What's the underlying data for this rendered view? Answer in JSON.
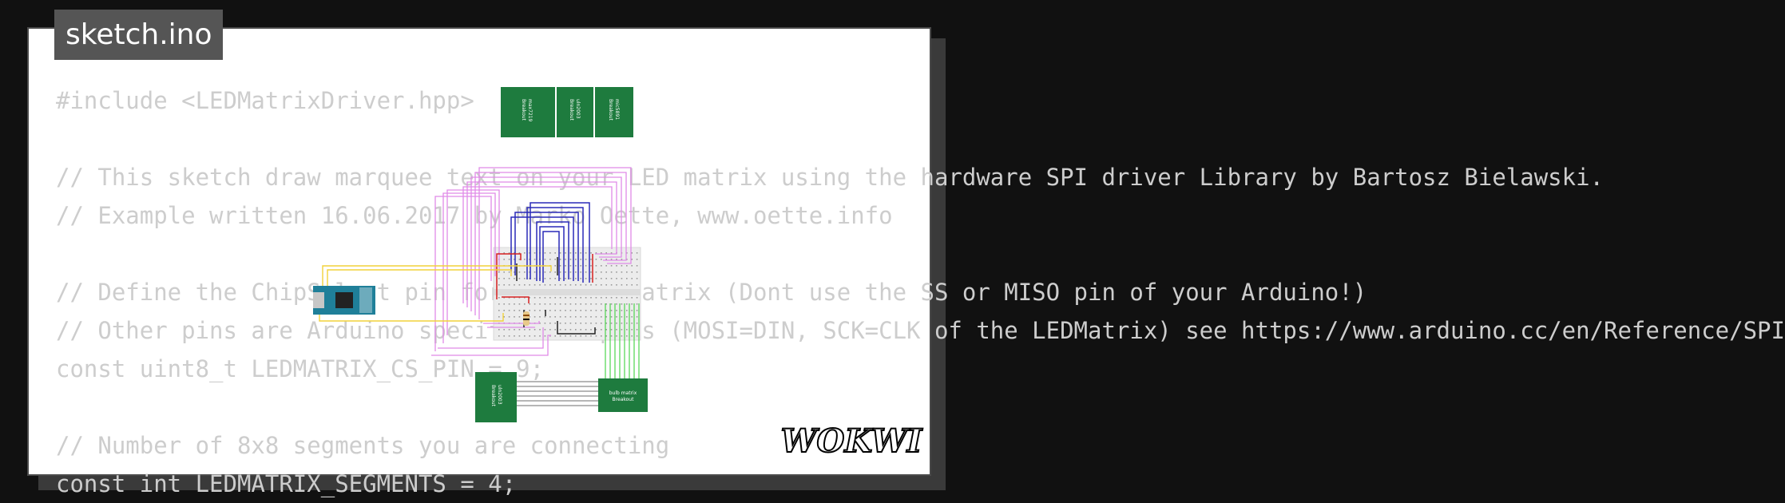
{
  "file_tab": {
    "filename": "sketch.ino"
  },
  "code": {
    "lines": [
      "#include <LEDMatrixDriver.hpp>",
      "",
      "// This sketch draw marquee text on your LED matrix using the hardware SPI driver Library by Bartosz Bielawski.",
      "// Example written 16.06.2017 by Marko Oette, www.oette.info",
      "",
      "// Define the ChipSelect pin for the led matrix (Dont use the SS or MISO pin of your Arduino!)",
      "// Other pins are Arduino specific SPI pins (MOSI=DIN, SCK=CLK of the LEDMatrix) see https://www.arduino.cc/en/Reference/SPI",
      "const uint8_t LEDMATRIX_CS_PIN = 9;",
      "",
      "// Number of 8x8 segments you are connecting",
      "const int LEDMATRIX_SEGMENTS = 4;"
    ]
  },
  "diagram": {
    "modules": {
      "max7219": {
        "line1": "max7219",
        "line2": "Breakout"
      },
      "uln2003_top": {
        "line1": "uln2003",
        "line2": "Breakout"
      },
      "mic5891": {
        "line1": "mic5891",
        "line2": "Breakout"
      },
      "uln2003_bottom": {
        "line1": "uln2003",
        "line2": "Breakout"
      },
      "bulb_matrix": {
        "line1": "bulb matrix",
        "line2": "Breakout"
      }
    },
    "colors": {
      "board_green": "#1e7b3e",
      "wire_magenta": "#e08ae8",
      "wire_blue": "#2a2ab8",
      "wire_yellow": "#f2d23a",
      "wire_red": "#d62020",
      "wire_green": "#4cd44c",
      "wire_gray": "#8a8a8a",
      "arduino_blue": "#1f7f99"
    }
  },
  "brand": {
    "logo_text": "WOKWI",
    "icon": "wokwi-logo"
  }
}
